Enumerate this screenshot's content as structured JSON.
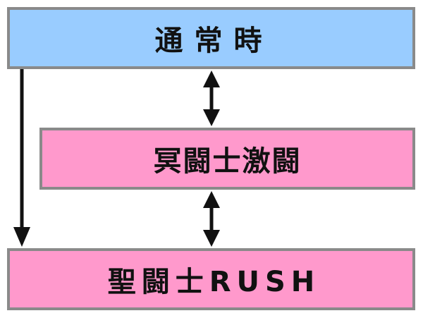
{
  "nodes": {
    "normal": {
      "label": "通常時",
      "color": "#99ccff"
    },
    "shintoushi": {
      "label": "冥闘士激闘",
      "color": "#ff99cc"
    },
    "rush": {
      "label": "聖闘士RUSH",
      "color": "#ff99cc"
    }
  },
  "colors": {
    "border": "#8a8a8a",
    "arrow": "#111111"
  },
  "edges": [
    {
      "from": "normal",
      "to": "rush",
      "direction": "one-way"
    },
    {
      "from": "normal",
      "to": "shintoushi",
      "direction": "two-way"
    },
    {
      "from": "shintoushi",
      "to": "rush",
      "direction": "two-way"
    }
  ]
}
